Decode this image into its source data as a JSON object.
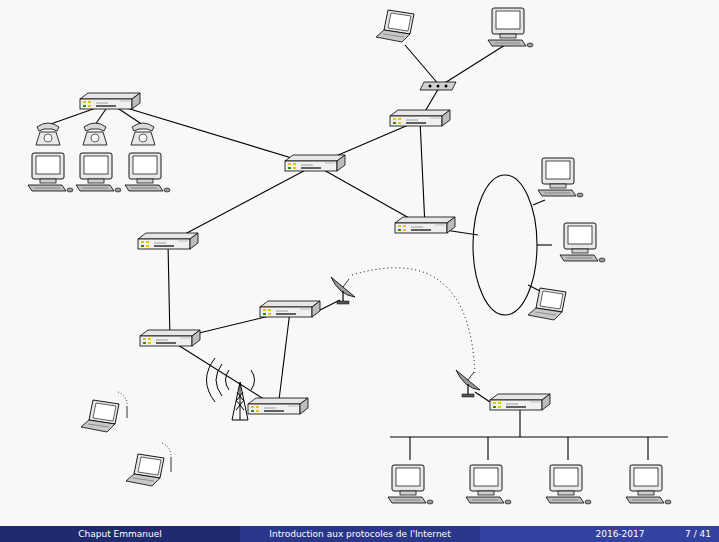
{
  "diagram": {
    "labels": [
      "Chaput Emmanuel",
      "Introduction aux protocoles de l'Internet",
      "2016-2017",
      "7 / 41"
    ]
  }
}
